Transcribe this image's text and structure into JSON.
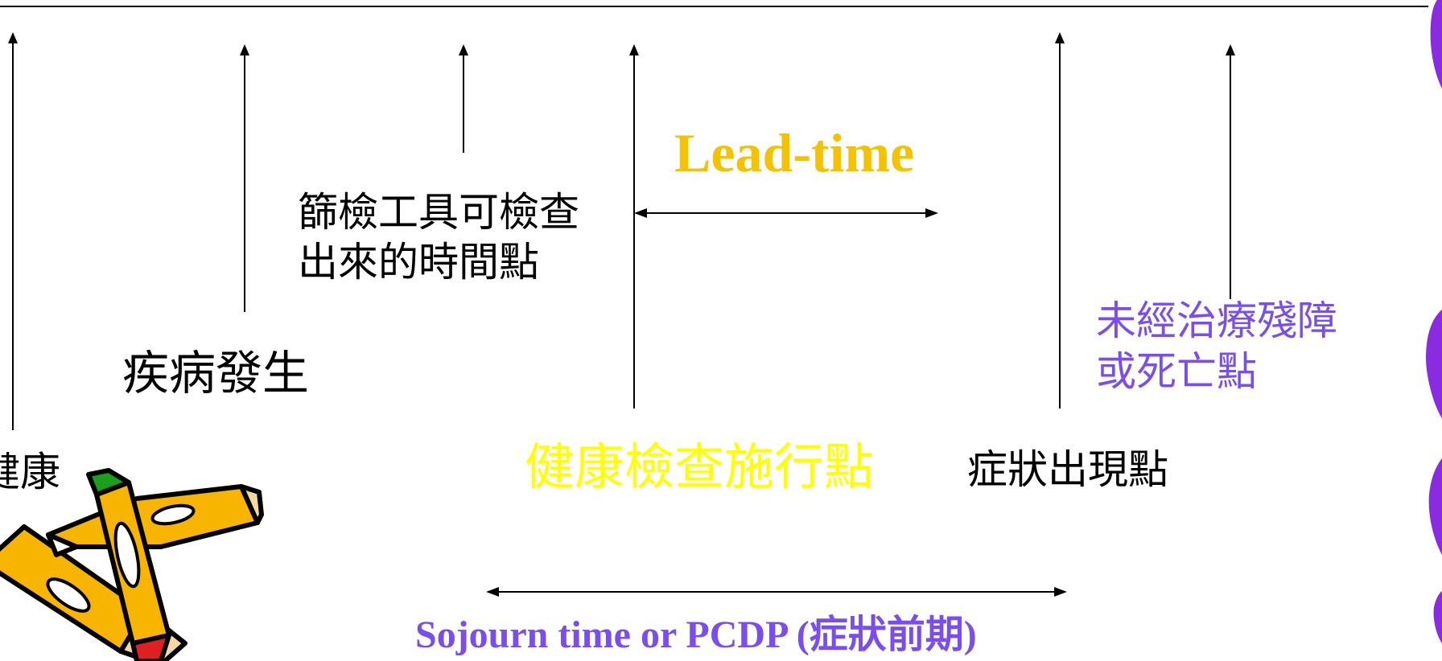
{
  "labels": {
    "healthy": "健康",
    "disease_onset": "疾病發生",
    "screen_detectable_line1": "篩檢工具可檢查",
    "screen_detectable_line2": "出來的時間點",
    "lead_time": "Lead-time",
    "health_check": "健康檢查施行點",
    "symptom_onset": "症狀出現點",
    "untreated_outcome_line1": "未經治療殘障",
    "untreated_outcome_line2": "或死亡點",
    "sojourn_time": "Sojourn time or PCDP (症狀前期)"
  },
  "colors": {
    "text": "#000000",
    "lead_time": "#f5c200",
    "health_check": "#ffff00",
    "untreated_outcome": "#7a4df0",
    "sojourn_time": "#7a4df0",
    "pencil_yellow": "#f7b500",
    "pencil_green": "#1aa01a",
    "pencil_red": "#e02020",
    "side_decoration": "#8a2be2"
  },
  "icons": {
    "clipart": "crossed-pencils-icon"
  }
}
